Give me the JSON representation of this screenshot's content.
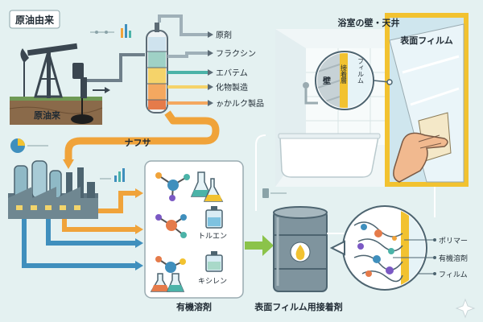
{
  "source": {
    "title": "原油由来",
    "ground_label": "原油来"
  },
  "distillation": {
    "outputs": [
      "原剤",
      "フラクシン",
      "エバテム",
      "化物製造",
      "ゕかルク製品"
    ],
    "naphtha_label": "ナフサ"
  },
  "solvents": {
    "label": "有機溶剤",
    "items": [
      "トルエン",
      "キシレン"
    ]
  },
  "adhesive": {
    "label": "表面フィルム用接着剤"
  },
  "bathroom": {
    "title": "浴室の壁・天井",
    "film_label": "表面フィルム",
    "callout_wall": "壁",
    "callout_adhesive": "接着層",
    "callout_film": "フィルム"
  },
  "molecule_legend": [
    "ポリマー",
    "有機溶剤",
    "フィルム"
  ],
  "colors": {
    "pipe_blue": "#3f8fbd",
    "pipe_orange": "#f0a33a",
    "pipe_gray": "#6f7f8a",
    "accent_yellow": "#f2c230",
    "barrel": "#7f949e"
  }
}
